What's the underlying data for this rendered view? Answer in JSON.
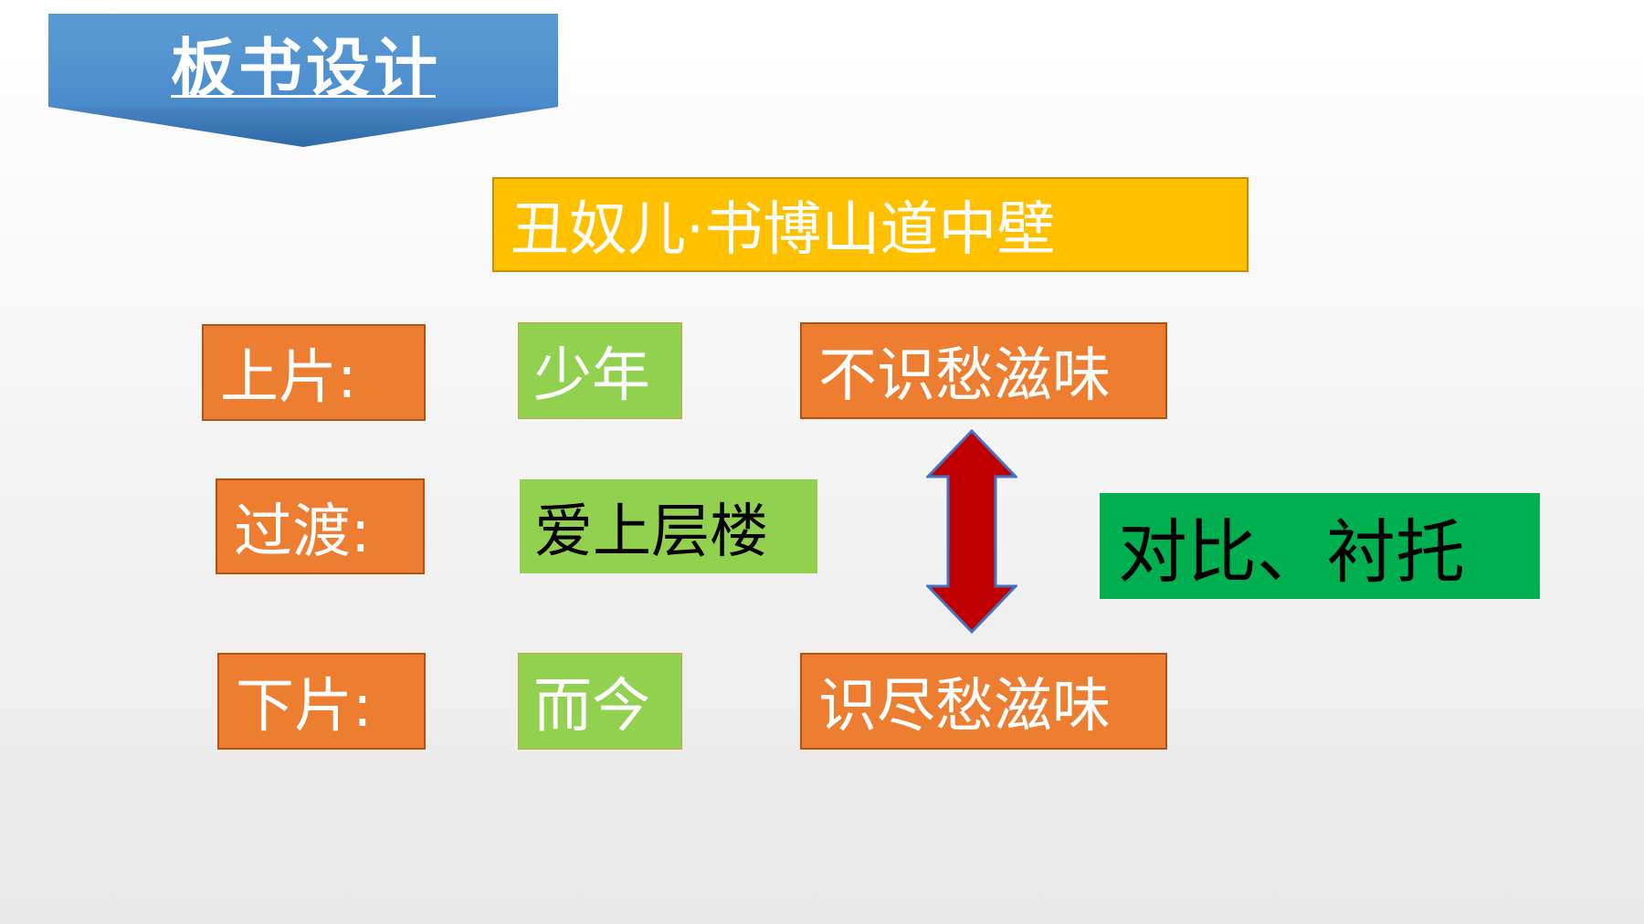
{
  "header": {
    "title": "板书设计"
  },
  "title_box": {
    "text": "丑奴儿·书博山道中壁"
  },
  "rows": [
    {
      "label": "上片:",
      "middle": "少年",
      "right": "不识愁滋味"
    },
    {
      "label": "过渡:",
      "middle": "爱上层楼"
    },
    {
      "label": "下片:",
      "middle": "而今",
      "right": "识尽愁滋味"
    }
  ],
  "conclusion": {
    "text": "对比、衬托"
  },
  "colors": {
    "banner_blue": "#5b9bd5",
    "title_yellow": "#ffc000",
    "label_orange": "#ed7d31",
    "green_light": "#92d050",
    "green_dark": "#00b050",
    "arrow_red": "#c00000",
    "arrow_outline": "#4472c4"
  },
  "icons": {
    "double_arrow": "vertical-double-arrow-icon"
  }
}
